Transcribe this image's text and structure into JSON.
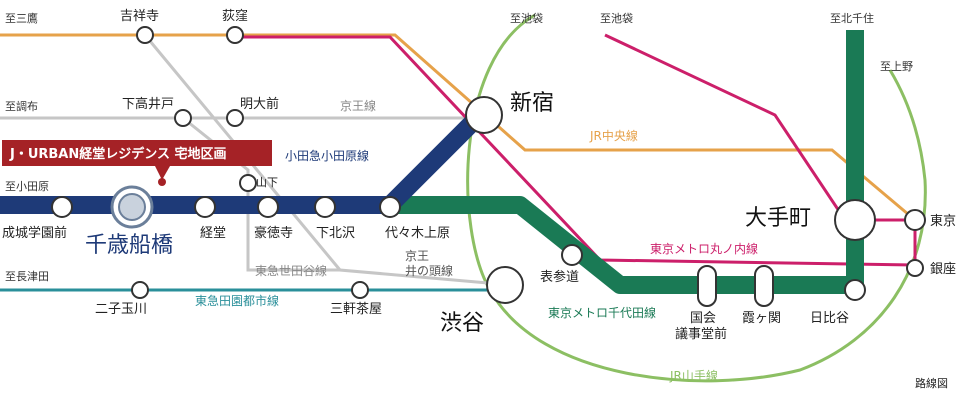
{
  "colors": {
    "chuo": "#e6a24a",
    "marunouchi": "#cc1f6a",
    "odakyu": "#1e3a78",
    "chiyoda": "#1a7a55",
    "yamanote": "#8cbf63",
    "denentoshi": "#2a8f9a",
    "gray_line": "#c6c6c6",
    "highlight": "#a52226"
  },
  "highlight_box": "J・URBAN経堂レジデンス 宅地区画",
  "directions": {
    "mitaka": "至三鷹",
    "chofu": "至調布",
    "odawara": "至小田原",
    "nagatsuta": "至長津田",
    "ikebukuro_1": "至池袋",
    "ikebukuro_2": "至池袋",
    "kitasenju": "至北千住",
    "ueno": "至上野"
  },
  "stations": {
    "kichijoji": "吉祥寺",
    "ogikubo": "荻窪",
    "shimotakaido": "下高井戸",
    "meidaimae": "明大前",
    "yamashita": "山下",
    "seijogakuenmae": "成城学園前",
    "chitosefunabashi": "千歳船橋",
    "kyodo": "経堂",
    "gotokuji": "豪徳寺",
    "shimokitazawa": "下北沢",
    "yoyogiuehara": "代々木上原",
    "shinjuku": "新宿",
    "shibuya": "渋谷",
    "otemachi": "大手町",
    "tokyo": "東京",
    "ginza": "銀座",
    "omotesando": "表参道",
    "kokkaigijidomae": "国会\n議事堂前",
    "kasumigaseki": "霞ヶ関",
    "hibiya": "日比谷",
    "futakotamagawa": "二子玉川",
    "sangenjaya": "三軒茶屋"
  },
  "lines": {
    "keio": "京王線",
    "odakyu": "小田急小田原線",
    "jr_chuo": "JR中央線",
    "marunouchi": "東京メトロ丸ノ内線",
    "chiyoda": "東京メトロ千代田線",
    "setagaya": "東急世田谷線",
    "inokashira": "京王\n井の頭線",
    "denentoshi": "東急田園都市線",
    "yamanote": "JR山手線"
  },
  "footer": "路線図"
}
